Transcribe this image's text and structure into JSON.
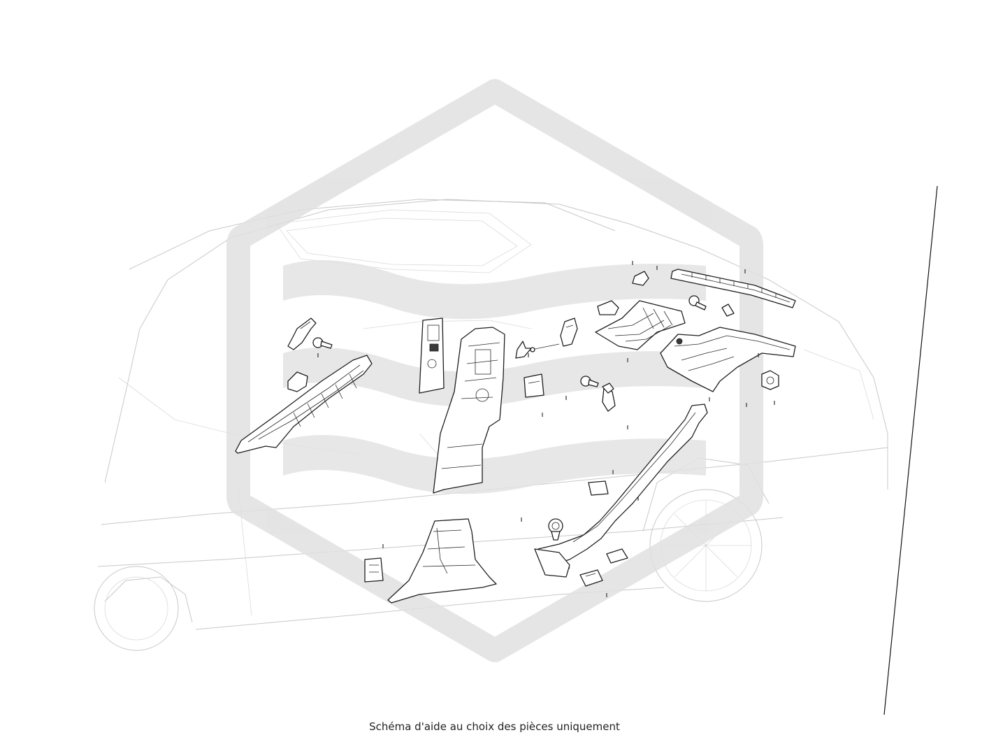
{
  "diagram": {
    "caption": "Schéma d'aide au choix des pièces uniquement",
    "watermark_icon": "brand-hexagon-logo-icon",
    "colors": {
      "background": "#ffffff",
      "car_outline": "#c8c8c8",
      "part_stroke": "#1e1e1e",
      "watermark": "#e0e0e0"
    },
    "parts": [
      {
        "name": "a-pillar-trim-left",
        "icon": "pillar-trim-icon"
      },
      {
        "name": "b-pillar-upper-trim",
        "icon": "pillar-trim-icon"
      },
      {
        "name": "b-pillar-lower-trim",
        "icon": "pillar-trim-icon"
      },
      {
        "name": "c-pillar-trim",
        "icon": "pillar-trim-icon"
      },
      {
        "name": "roof-rail-trim",
        "icon": "rail-trim-icon"
      },
      {
        "name": "door-sill-trim",
        "icon": "sill-trim-icon"
      },
      {
        "name": "fastener-clips",
        "icon": "clip-icon"
      },
      {
        "name": "screws",
        "icon": "screw-icon"
      },
      {
        "name": "nut",
        "icon": "nut-icon"
      }
    ]
  }
}
